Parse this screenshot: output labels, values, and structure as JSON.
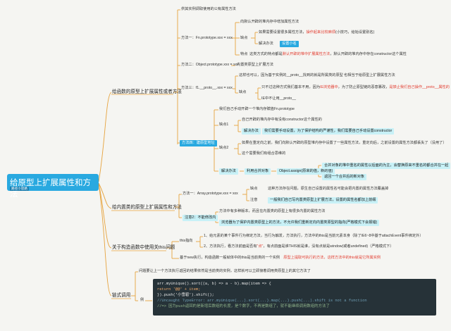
{
  "root": {
    "title": "给原型上扩展属性和方法",
    "badge": "路径小思路"
  },
  "branches": {
    "b1": "给函数的原型上扩展属性或者方法",
    "b2": "给内置类的原型上扩展属性和方法",
    "b3": "关于构造函数中使用关this问题",
    "b4": "链式调用"
  },
  "nodes": {
    "n_1": "供其实例调取使用的公有属性方法",
    "n_m1": "方法一：Fn.prototype.xxx = xxx",
    "n_m1_a": "向默认开辟的堆内存中增加属性方法",
    "n_m1_q": "缺点",
    "n_m1_q1a": "如果需要设置很多属性方法，",
    "n_m1_q1b": "操作起来比较麻烦",
    "n_m1_q1c": "(小技巧，给始设置别名)",
    "n_m1_sol": "解决办法",
    "n_m1_sol2": "设置小名",
    "n_m1_feat": "特点",
    "n_m1_feat2a": "这类方式的特点都是",
    "n_m1_feat2b": "默认开辟的堆中扩展属性方法",
    "n_m1_feat2c": "，默认开辟的堆内存中存在constructor这个属性",
    "n_m2": "方法二：Object.prototype.xxx = xxx",
    "n_m2_a": "内置类原型上扩展方法",
    "n_m3": "方法三：f1.__proto__.xxx = xxx",
    "n_m3_a": "这样也可以，因为基于实例的__proto__找到的就是所属类的原型",
    "n_m3_a2": "也相当于给原型上扩展属性方法",
    "n_m3_q": "缺点",
    "n_m3_q1a": "只不过这种方式我们基本不用，因为",
    "n_m3_q1b": "IE浏览器中",
    "n_m3_q1c": "，为了防止原型链的恶意篡改，",
    "n_m3_q1d": "是禁止我们自己操作__proto__属性的",
    "n_m3_q2": "IE中不让用__proto__",
    "n_m4": "方法四：建原型地址",
    "n_m4_a": "我们自己手动开辟一个堆内存赋值Fn.prototype",
    "n_m4_p1": "缺点1",
    "n_m4_p1a": "自己开辟的堆内存中有没有constructor这个属性的",
    "n_m4_p1s": "解决办法",
    "n_m4_p1s2": "我们需要手动设置，为了保护结构的严谨性，我们需要自己手动设置constructor",
    "n_m4_p2": "缺点2",
    "n_m4_p2a": "如果在重定向之前，我们向默认开辟的原型堆内存中设置了一些属性方法，重定向后，之前设置的属性方法都丢失了（没用了）",
    "n_m4_p2b": "这个需要我们有组合思维的",
    "n_m4_s": "解决办法",
    "n_m4_s1": "利用合并对象",
    "n_m4_s2": "Object.assign(原来的值，新的值)",
    "n_m4_s3": "合并对象的堆中重名的属性以后面的为主，会替换原来不重名的都合并在一起",
    "n_m4_s4": "返回一个合并后的新对象",
    "n_b2_1": "方法一：Array.prototype.xxx = xxx",
    "n_b2_1q": "缺点",
    "n_b2_1q1": "这种方法存在问题，原生自己设置的属性名可能会把内置的属性方法覆盖掉",
    "n_b2_1n": "注意",
    "n_b2_1n1": "一般我们自己写内置类原型上扩展方法，设置的属性名都加上前缀",
    "n_b2_2": "注意2：不能修改内",
    "n_b2_2a": "方法中有多种版本，而且在内置类的原型上有很多内置的属性方法",
    "n_b2_2b": "浏览器为了保护内置类原型上的方法，不允许我们重新定向内置类原型的指向(严格模式下会报错)",
    "n_b3_x": "this指向",
    "n_b3_x1": "1、给元素的某个事件行为绑定方法，当行为触发，方法执行，方法中的this是当前元素本身（除了IE6~8中基于attachEvent事件绑定外）",
    "n_b3_x2a": "2、方法执行，看方法前面是否有",
    "n_b3_x2b": "\"点\"",
    "n_b3_x2c": "，有点前面是谁THIS就是谁，没有点就是window(或者undefined)（严格模式下）",
    "n_b3_new": "基于new执行，构造函数一般就体中的this是当前类的一个实例",
    "n_b3_red": "原型上提取可执行的方法",
    "n_b3_red2": "，这样方法中的this就是它所属实例",
    "n_b4_desc": "问题要让上一个方法执行返回的结果依然是当前类的实例，这样就可以立即接着调用类原型上的其它方法了",
    "n_b4_eg": "例"
  },
  "code": {
    "l1": "arr.myUnique().sort((a, b) => a - b).map(item => {",
    "l2": "    return '@@' + item;",
    "l3": "}).push('小雪碧').shift();",
    "l4": "//Uncaught TypeError: arr.myUnique(...).sort(...).map(...).push(...).shift is not a function",
    "l5": "//=> 因为push返回的是新增后数组的长度，是个数字，不再是数组了，就不能继续调用数组的方法了"
  },
  "colors": {
    "accent": "#29a9e0",
    "highlight": "#c8f1f7",
    "red": "#e23b2e",
    "line": "#e6a33e",
    "code_bg": "#263238"
  }
}
